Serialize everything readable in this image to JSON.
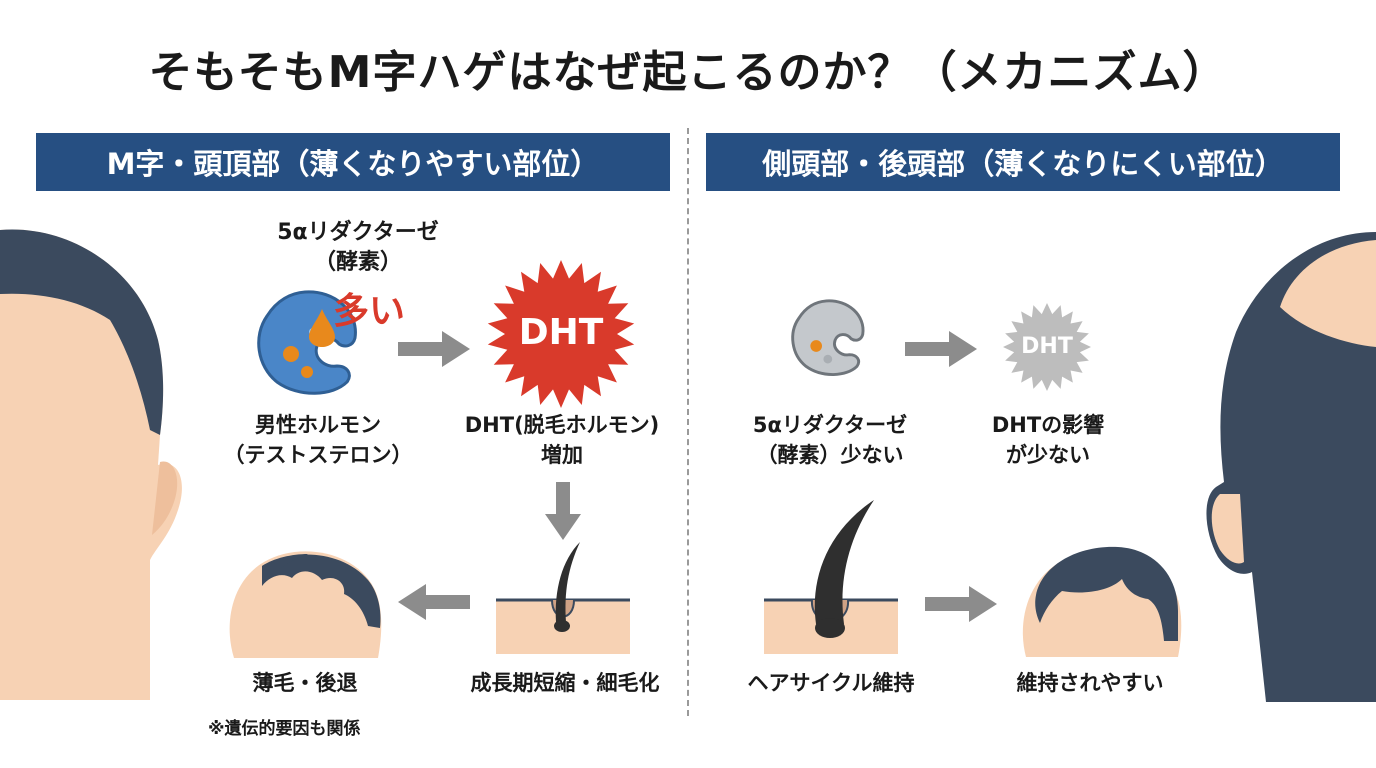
{
  "title": "そもそもM字ハゲはなぜ起こるのか？（メカニズム）",
  "left_panel": {
    "header": "M字・頭頂部（薄くなりやすい部位）",
    "enzyme_label": [
      "5αリダクターゼ",
      "（酵素）"
    ],
    "amount_label": "多い",
    "dht_burst": "DHT",
    "testosterone_label": [
      "男性ホルモン",
      "（テストステロン）"
    ],
    "dht_increase_label": [
      "DHT(脱毛ホルモン)",
      "増加"
    ],
    "growth_shortening_label": "成長期短縮・細毛化",
    "thinning_label": "薄毛・後退",
    "note": "※遺伝的要因も関係"
  },
  "right_panel": {
    "header": "側頭部・後頭部（薄くなりにくい部位）",
    "dht_burst": "DHT",
    "enzyme_label": [
      "5αリダクターゼ",
      "（酵素）少ない"
    ],
    "dht_effect_label": [
      "DHTの影響",
      "が少ない"
    ],
    "hair_cycle_label": "ヘアサイクル維持",
    "maintained_label": "維持されやすい"
  },
  "colors": {
    "header_bg": "#264f82",
    "accent_red": "#d93a2b",
    "enzyme_blue": "#4a86c8",
    "droplet_orange": "#e8891c",
    "skin": "#f7d2b4",
    "hair": "#3b4a5e",
    "arrow_gray": "#8c8c8c"
  }
}
